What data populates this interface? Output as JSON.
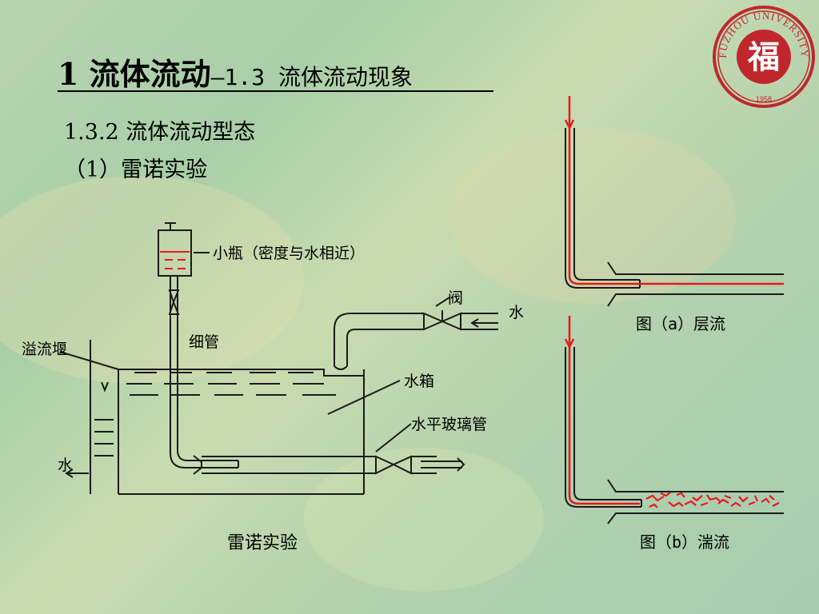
{
  "title": {
    "main": "1 流体流动",
    "sub": "—1.3 流体流动现象"
  },
  "section": "1.3.2 流体流动型态",
  "subsection": "（1）雷诺实验",
  "diagram": {
    "labels": {
      "bottle": "小瓶（密度与水相近）",
      "valve": "阀",
      "water_in": "水",
      "thin_tube": "细管",
      "overflow_weir": "溢流堰",
      "water_tank": "水箱",
      "horizontal_tube": "水平玻璃管",
      "water_out": "水",
      "caption": "雷诺实验"
    }
  },
  "figure_a": {
    "caption": "图（a）层流"
  },
  "figure_b": {
    "caption": "图（b）湍流"
  },
  "logo": {
    "text": "FUZHOU UNIVERSITY",
    "char": "福",
    "year": "1958",
    "color": "#c0272d"
  }
}
